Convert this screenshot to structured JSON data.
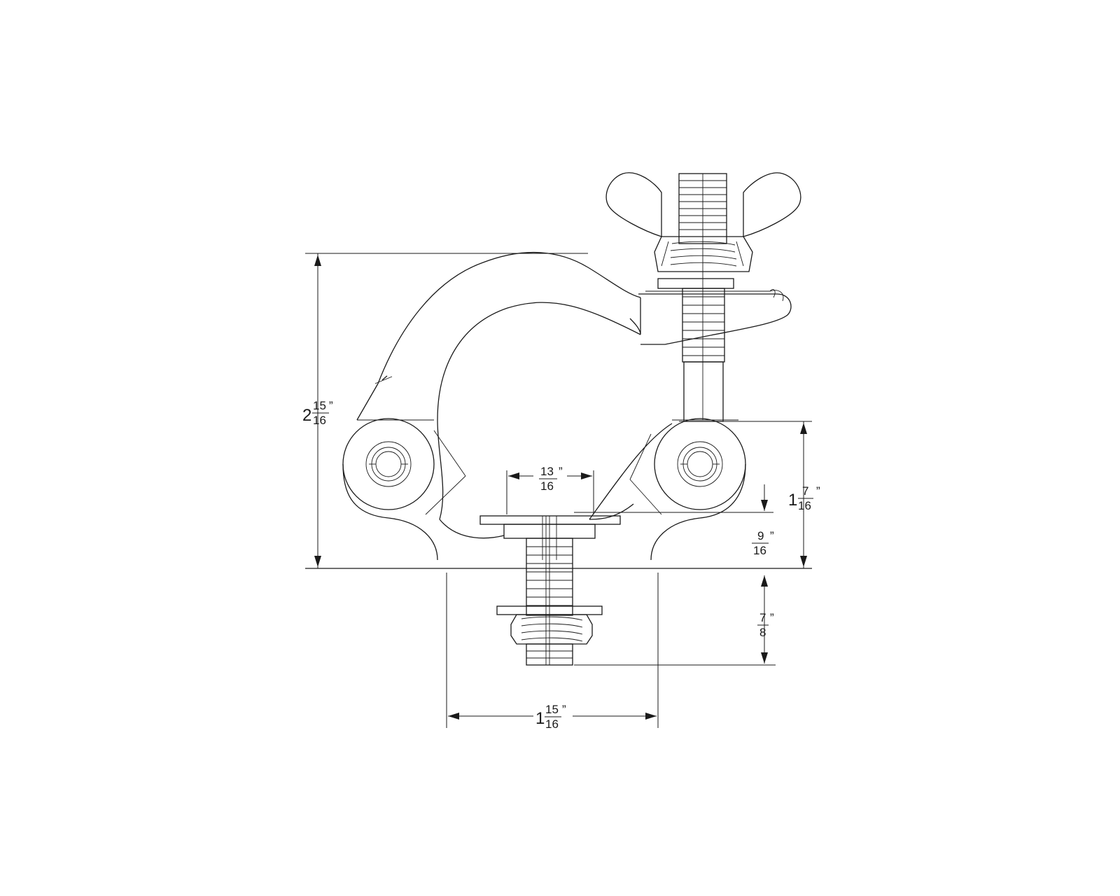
{
  "drawing": {
    "subject": "half coupler clamp",
    "stroke_color": "#1a1a1a",
    "background": "#ffffff",
    "dimensions": {
      "overall_height": {
        "whole": "2",
        "num": "15",
        "den": "16",
        "unit": "”"
      },
      "bolt_height": {
        "whole": "1",
        "num": "7",
        "den": "16",
        "unit": "”"
      },
      "base_to_plate": {
        "whole": "",
        "num": "9",
        "den": "16",
        "unit": "”"
      },
      "bolt_protrusion": {
        "whole": "",
        "num": "7",
        "den": "8",
        "unit": "”"
      },
      "plate_width": {
        "whole": "",
        "num": "13",
        "den": "16",
        "unit": "”"
      },
      "base_width": {
        "whole": "1",
        "num": "15",
        "den": "16",
        "unit": "”"
      }
    }
  }
}
